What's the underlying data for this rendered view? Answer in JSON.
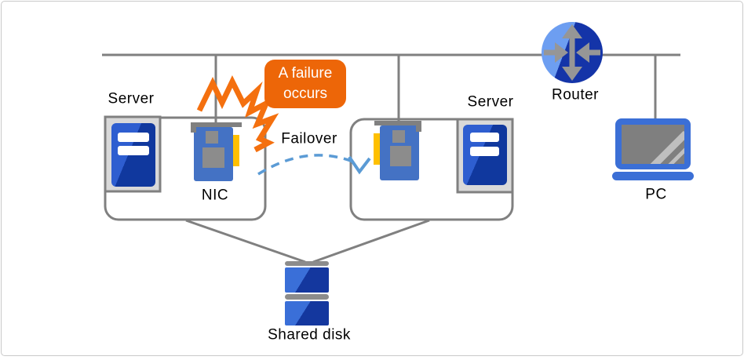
{
  "diagram": {
    "labels": {
      "server_left": "Server",
      "server_right": "Server",
      "nic": "NIC",
      "failover": "Failover",
      "router": "Router",
      "pc": "PC",
      "shared_disk": "Shared disk"
    },
    "callout": {
      "line1": "A failure",
      "line2": "occurs"
    },
    "colors": {
      "connector_gray": "#808080",
      "callout_bg": "#ED6608",
      "callout_text": "#FFFFFF",
      "lightning_orange": "#F4700F",
      "failover_arrow_blue": "#5B9BD5",
      "nic_blue": "#4472C4",
      "nic_slot_yellow": "#FFC000",
      "icon_gray": "#8C8C8C",
      "tower_frame_gray": "#D9D9D9",
      "tower_blue_light": "#2E5ED0",
      "tower_blue_dark": "#10389E",
      "disk_blue_light": "#3A6FD8",
      "disk_blue_dark": "#14379E",
      "router_blue_light": "#6D9EF1",
      "router_blue_dark": "#1434A8",
      "laptop_blue": "#3B6FD6",
      "screen_gray": "#7F7F7F"
    }
  }
}
